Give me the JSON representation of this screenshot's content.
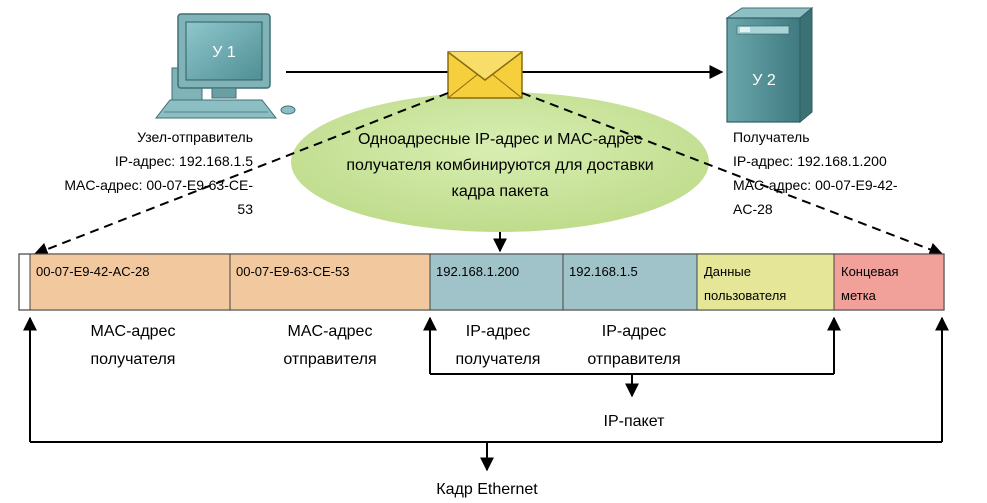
{
  "hosts": {
    "sender": {
      "label": "У 1",
      "title": "Узел-отправитель",
      "ip": "IP-адрес: 192.168.1.5",
      "mac_line1": "MAC-адрес: 00-07-E9-63-CE-",
      "mac_line2": "53"
    },
    "receiver": {
      "label": "У 2",
      "title": "Получатель",
      "ip": "IP-адрес: 192.168.1.200",
      "mac_line1": "MAC-адрес: 00-07-E9-42-",
      "mac_line2": "AC-28"
    }
  },
  "callout": {
    "line1": "Одноадресные IP-адрес и MAC-адрес",
    "line2": "получателя комбинируются для доставки",
    "line3": "кадра пакета"
  },
  "frame": {
    "cells": [
      {
        "text": "00-07-E9-42-AC-28",
        "color": "#f2c89f"
      },
      {
        "text": "00-07-E9-63-CE-53",
        "color": "#f2c89f"
      },
      {
        "text": "192.168.1.200",
        "color": "#9fc3c8"
      },
      {
        "text": "192.168.1.5",
        "color": "#9fc3c8"
      },
      {
        "text_line1": "Данные",
        "text_line2": "пользователя",
        "color": "#e6e699"
      },
      {
        "text_line1": "Концевая",
        "text_line2": "метка",
        "color": "#f2a19a"
      }
    ]
  },
  "labels": {
    "dst_mac": [
      "MAC-адрес",
      "получателя"
    ],
    "src_mac": [
      "MAC-адрес",
      "отправителя"
    ],
    "dst_ip": [
      "IP-адрес",
      "получателя"
    ],
    "src_ip": [
      "IP-адрес",
      "отправителя"
    ],
    "ip_packet": "IP-пакет",
    "ethernet_frame": "Кадр Ethernet"
  },
  "colors": {
    "ellipse": "#c9e49f",
    "monitor": "#5f9ba0",
    "server": "#4f8a8f",
    "envelope": "#f5cf3c"
  }
}
